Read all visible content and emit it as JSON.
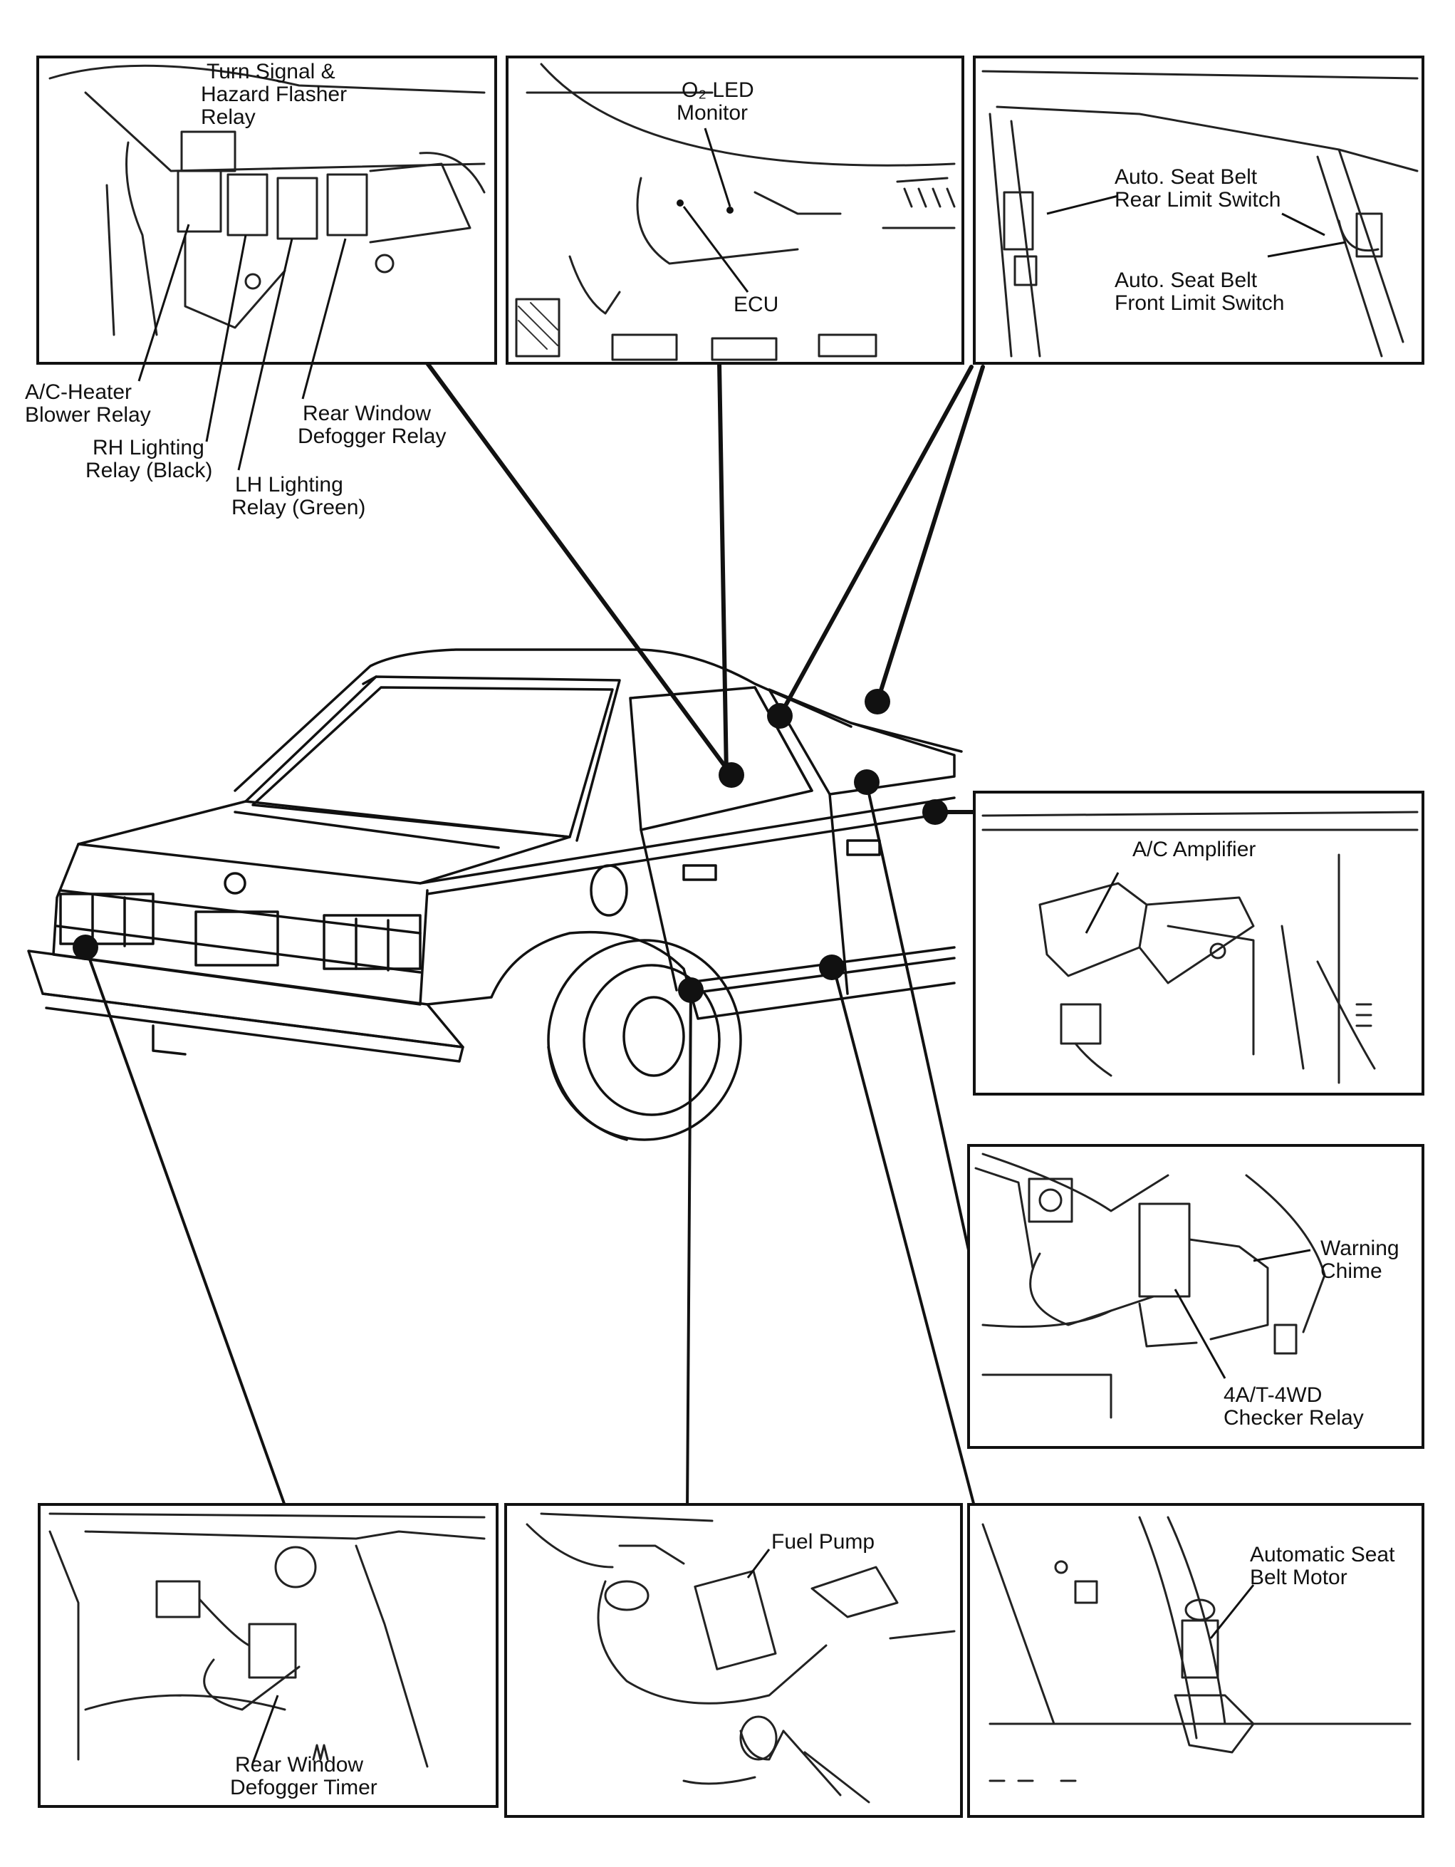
{
  "diagram": {
    "panels": [
      {
        "id": "relay-panel",
        "labels": [
          "Turn Signal &",
          "Hazard Flasher",
          "Relay"
        ]
      },
      {
        "id": "ecu-panel",
        "labels": [
          "O₂ LED",
          "Monitor",
          "ECU"
        ]
      },
      {
        "id": "seatbelt-switch-panel",
        "labels": [
          "Auto. Seat Belt",
          "Rear Limit Switch",
          "Auto. Seat Belt",
          "Front Limit Switch"
        ]
      },
      {
        "id": "ac-amplifier-panel",
        "labels": [
          "A/C Amplifier"
        ]
      },
      {
        "id": "chime-panel",
        "labels": [
          "Warning",
          "Chime",
          "4A/T-4WD",
          "Checker Relay"
        ]
      },
      {
        "id": "defogger-timer-panel",
        "labels": [
          "Rear Window",
          "Defogger Timer"
        ]
      },
      {
        "id": "fuel-pump-panel",
        "labels": [
          "Fuel Pump"
        ]
      },
      {
        "id": "seatbelt-motor-panel",
        "labels": [
          "Automatic Seat",
          "Belt Motor"
        ]
      }
    ],
    "outside_labels": {
      "ac_heater": [
        "A/C-Heater",
        "Blower Relay"
      ],
      "rh_lighting": [
        "RH Lighting",
        "Relay (Black)"
      ],
      "rear_window_defogger_relay": [
        "Rear Window",
        "Defogger Relay"
      ],
      "lh_lighting": [
        "LH Lighting",
        "Relay (Green)"
      ]
    }
  }
}
